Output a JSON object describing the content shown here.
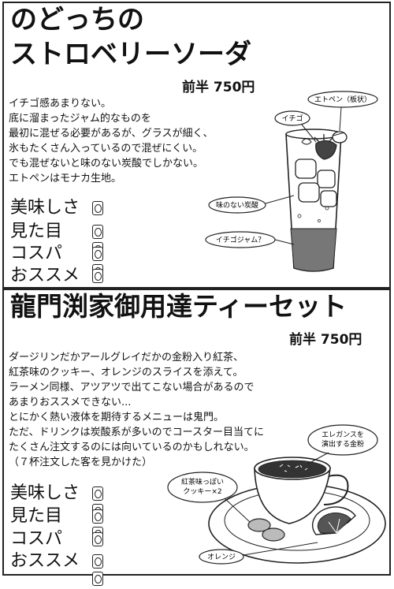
{
  "panel1": {
    "title_line1": "のどっちの",
    "title_line2": "ストロベリーソーダ",
    "price": "前半 750円",
    "description": [
      "イチゴ感あまりない。",
      "底に溜まったジャム的なものを",
      "最初に混ぜる必要があるが、グラスが細く、",
      "氷もたくさん入っているので混ぜにくい。",
      "でも混ぜないと味のない炭酸でしかない。",
      "エトペンはモナカ生地。"
    ],
    "ratings": [
      {
        "label": "美味しさ",
        "score": 1
      },
      {
        "label": "見た目",
        "score": 2
      },
      {
        "label": "コスパ",
        "score": 2
      },
      {
        "label": "おススメ",
        "score": 1
      }
    ],
    "callouts": {
      "etopen": "エトペン（板状）",
      "strawberry": "イチゴ",
      "soda": "味のない炭酸",
      "jam": "イチゴジャム？"
    }
  },
  "panel2": {
    "title": "龍門渕家御用達ティーセット",
    "price": "前半 750円",
    "description": [
      "ダージリンだかアールグレイだかの金粉入り紅茶、",
      "紅茶味のクッキー、オレンジのスライスを添えて。",
      "ラーメン同様、アツアツで出てこない場合があるので",
      "あまりおススメできない...",
      "とにかく熱い液体を期待するメニューは鬼門。",
      "ただ、ドリンクは炭酸系が多いのでコースター目当てに",
      "たくさん注文するのには向いているのかもしれない。",
      "（７杯注文した客を見かけた）"
    ],
    "ratings": [
      {
        "label": "美味しさ",
        "score": 2
      },
      {
        "label": "見た目",
        "score": 2
      },
      {
        "label": "コスパ",
        "score": 1
      },
      {
        "label": "おススメ",
        "score": 2
      }
    ],
    "callouts": {
      "gold_line1": "エレガンスを",
      "gold_line2": "演出する金粉",
      "cookie_line1": "紅茶味っぽい",
      "cookie_line2": "クッキー×2",
      "orange": "オレンジ"
    }
  }
}
